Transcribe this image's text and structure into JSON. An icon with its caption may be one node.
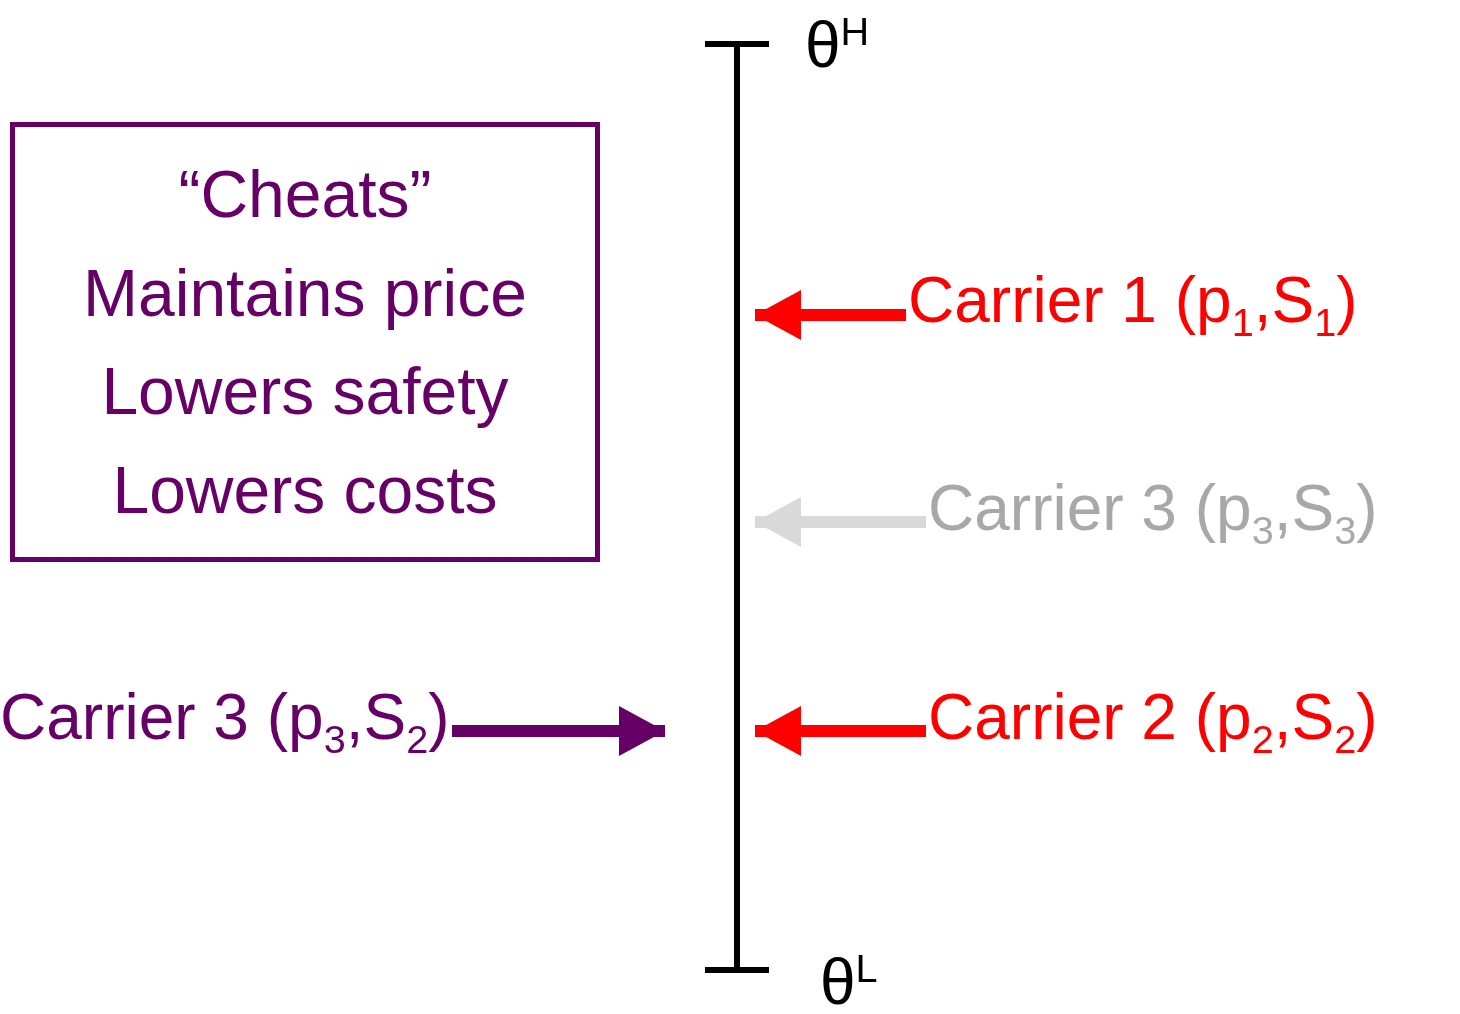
{
  "diagram": {
    "nodes": [
      {
        "text": [
          "“Cheats”",
          "Maintains price",
          "Lowers safety",
          "Lowers costs"
        ]
      },
      {
        "text": [
          "Carrier 1 (p$_{1}$,S$_{1}$)"
        ]
      },
      {
        "text": [
          "Carrier 3 (p$_{3}$,S$_{3}$)"
        ]
      },
      {
        "text": [
          "Carrier 3 (p$_{3}$,S$_{2}$)"
        ]
      },
      {
        "text": [
          "Carrier 2 (p$_{2}$,S$_{2}$)"
        ]
      }
    ],
    "edges": [
      {
        "from": 1,
        "to": null,
        "arrow": "to"
      },
      {
        "from": 2,
        "to": null,
        "arrow": "to",
        "color": "#d9d9d9"
      },
      {
        "from": 3,
        "to": null,
        "arrow": "to",
        "color": "#660066"
      },
      {
        "from": 4,
        "to": null,
        "arrow": "to"
      }
    ],
    "labels": [
      "θ$^{H}$",
      "θ$^{L}$"
    ]
  }
}
